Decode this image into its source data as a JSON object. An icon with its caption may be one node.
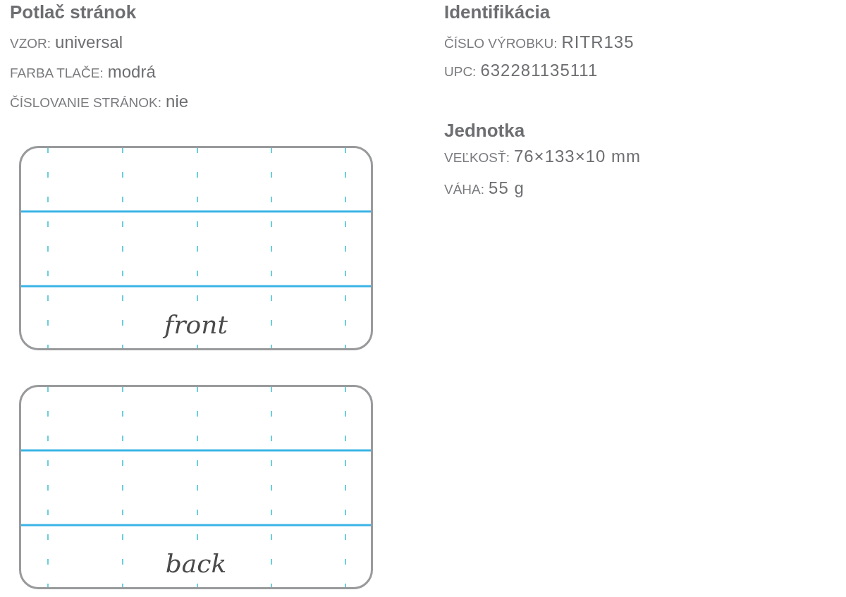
{
  "diagram": {
    "nodes": [
      {
        "text": [
          "front"
        ]
      },
      {
        "text": [
          "back"
        ]
      }
    ],
    "labels": [
      "Potlač stránok",
      "VZOR:",
      "universal",
      "FARBA TLAČE:",
      "modrá",
      "ČÍSLOVANIE STRÁNOK:",
      "nie",
      "Identifikácia",
      "ČÍSLO VÝROBKU:",
      "RITR135",
      "UPC:",
      "632281135111",
      "Jednotka",
      "VEĽKOSŤ:",
      "76×133×10 mm",
      "VÁHA:",
      "55 g"
    ]
  }
}
